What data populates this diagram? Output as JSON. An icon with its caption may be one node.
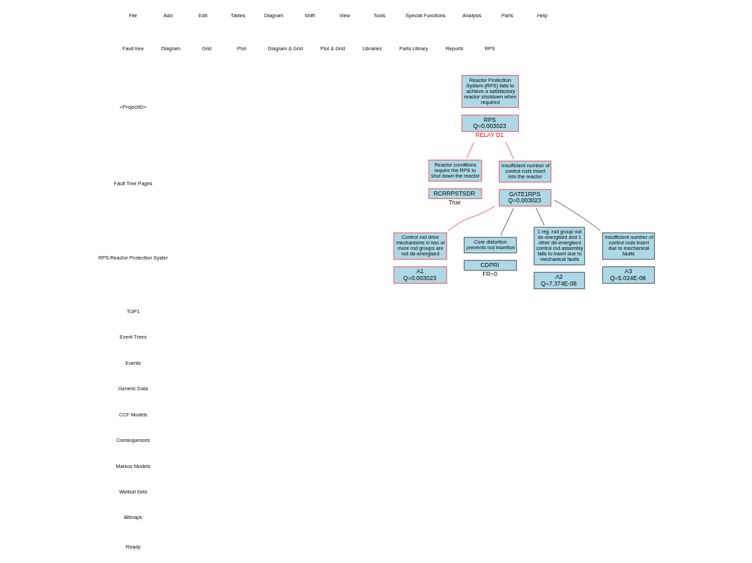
{
  "diagram": {
    "nodes": [
      {
        "text": [
          "Reactor Protection System (RPS) fails to achieve a satisfactory reactor shutdown when required",
          "RPS",
          "Q=0.003023"
        ],
        "beside": [
          "RELAY D1"
        ]
      },
      {
        "text": [
          "Reactor conditions require the RPS to shut down the reactor",
          "RCRRPSTSDR"
        ],
        "beside": [
          "True"
        ]
      },
      {
        "text": [
          "Insufficient number of control rods insert into the reactor",
          "GATE1RPS",
          "Q=0.003023"
        ]
      },
      {
        "text": [
          "Control rod drive mechanisms in two or more rod groups are not de-energised",
          "A1",
          "Q=0.003023"
        ]
      },
      {
        "text": [
          "Core distortion prevents rod insertion",
          "CDPRI"
        ],
        "beside": [
          "FR=0"
        ]
      },
      {
        "text": [
          "1 reg. rod group not de-energised and 1 other de-energised control rod assembly fails to insert due to mechanical faults",
          "A2",
          "Q=7.374E-08"
        ]
      },
      {
        "text": [
          "Insufficient number of control rods insert due to mechanical faults",
          "A3",
          "Q=5.024E-08"
        ]
      }
    ],
    "edges": [
      {
        "from": 0,
        "to": 1,
        "arrow": "none",
        "color": "#ff0000"
      },
      {
        "from": 0,
        "to": 2,
        "arrow": "none",
        "color": "#ff0000"
      },
      {
        "from": 2,
        "to": 3,
        "arrow": "none",
        "color": "#ff0000"
      },
      {
        "from": 2,
        "to": 4,
        "arrow": "none",
        "color": "#000000"
      },
      {
        "from": 2,
        "to": 5,
        "arrow": "none",
        "color": "#000000"
      },
      {
        "from": 2,
        "to": 6,
        "arrow": "none",
        "color": "#000000"
      }
    ],
    "labels": [
      "File",
      "Add",
      "Edit",
      "Tables",
      "Diagram",
      "Shift",
      "View",
      "Tools",
      "Special Functions",
      "Analysis",
      "Parts",
      "Help",
      "Fault tree",
      "Diagram",
      "Grid",
      "Plot",
      "Diagram & Grid",
      "Plot & Grid",
      "Libraries",
      "Parts Library",
      "Reports",
      "RPS",
      "<ProjectID>",
      "Fault Tree Pages",
      "RPS:Reactor Protection Syster",
      "TOP1",
      "Event Trees",
      "Events",
      "Generic Data",
      "CCF Models",
      "Consequences",
      "Markov Models",
      "Weibull Sets",
      "Bitmaps",
      "Ready"
    ]
  }
}
